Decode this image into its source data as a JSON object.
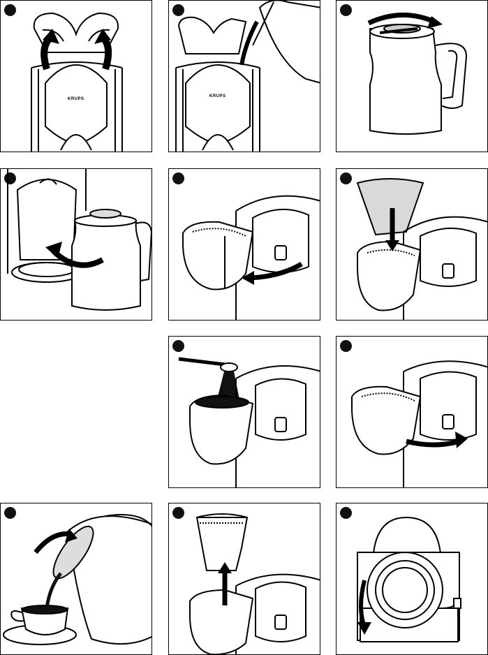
{
  "brand": {
    "label": "KRUPS"
  },
  "panels": [
    {
      "id": "p1",
      "icon": "open-lid-icon"
    },
    {
      "id": "p2",
      "icon": "fill-water-icon"
    },
    {
      "id": "p3",
      "icon": "carafe-lid-rotate-icon"
    },
    {
      "id": "p4",
      "icon": "insert-carafe-icon"
    },
    {
      "id": "p5",
      "icon": "swing-filter-out-icon"
    },
    {
      "id": "p6",
      "icon": "insert-paper-filter-icon"
    },
    {
      "id": "p7",
      "icon": "add-ground-coffee-icon"
    },
    {
      "id": "p8",
      "icon": "swing-filter-in-icon"
    },
    {
      "id": "p9",
      "icon": "pour-coffee-icon"
    },
    {
      "id": "p10",
      "icon": "remove-filter-holder-icon"
    },
    {
      "id": "p11",
      "icon": "cord-storage-icon"
    }
  ],
  "colors": {
    "stroke": "#000000",
    "paper_filter": "#d9d9d9",
    "coffee": "#111111",
    "background": "#ffffff"
  }
}
